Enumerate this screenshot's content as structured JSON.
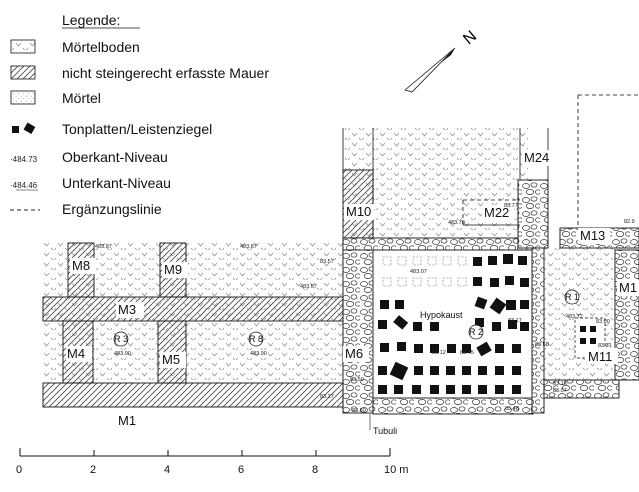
{
  "legend": {
    "title": "Legende:",
    "items": [
      {
        "key": "moertelboden",
        "label": "Mörtelboden"
      },
      {
        "key": "mauer",
        "label": "nicht steingerecht erfasste Mauer"
      },
      {
        "key": "moertel",
        "label": "Mörtel"
      },
      {
        "key": "ton",
        "label": "Tonplatten/Leistenziegel"
      },
      {
        "key": "ober",
        "label": "Oberkant-Niveau",
        "sample": "·484.73"
      },
      {
        "key": "unter",
        "label": "Unterkant-Niveau",
        "sample": "·484.46"
      },
      {
        "key": "erg",
        "label": "Ergänzungslinie"
      }
    ]
  },
  "north": {
    "label": "N"
  },
  "walls": {
    "M1": "M1",
    "M3": "M3",
    "M4": "M4",
    "M5": "M5",
    "M6": "M6",
    "M8": "M8",
    "M9": "M9",
    "M10": "M10",
    "M11": "M11",
    "M13": "M13",
    "M22": "M22",
    "M24": "M24",
    "M1r": "M1"
  },
  "rooms": {
    "R1": "R 1",
    "R2": "R 2",
    "R3": "R 3",
    "R8": "R 8"
  },
  "labels": {
    "hypokaust": "Hypokaust",
    "tubuli": "Tubuli"
  },
  "levels": {
    "a": "483.87",
    "b": "483.87",
    "c": "483.70",
    "d": "483.72",
    "e": "483.67",
    "f": "483.90",
    "g": "483.90",
    "h": "483.07",
    "i": "83.57",
    "j": "83.12",
    "k": "83.45",
    "l": "83.50",
    "m": "83.27",
    "n": "83.80",
    "o": "83.48",
    "p": "83.16",
    "q": "83.07",
    "r": "83.17",
    "s": "83.31",
    "t": "83.68",
    "u": "83.77",
    "v": "82.9",
    "w": "83.00"
  },
  "scale": {
    "ticks": [
      "0",
      "2",
      "4",
      "6",
      "8",
      "10 m"
    ]
  }
}
